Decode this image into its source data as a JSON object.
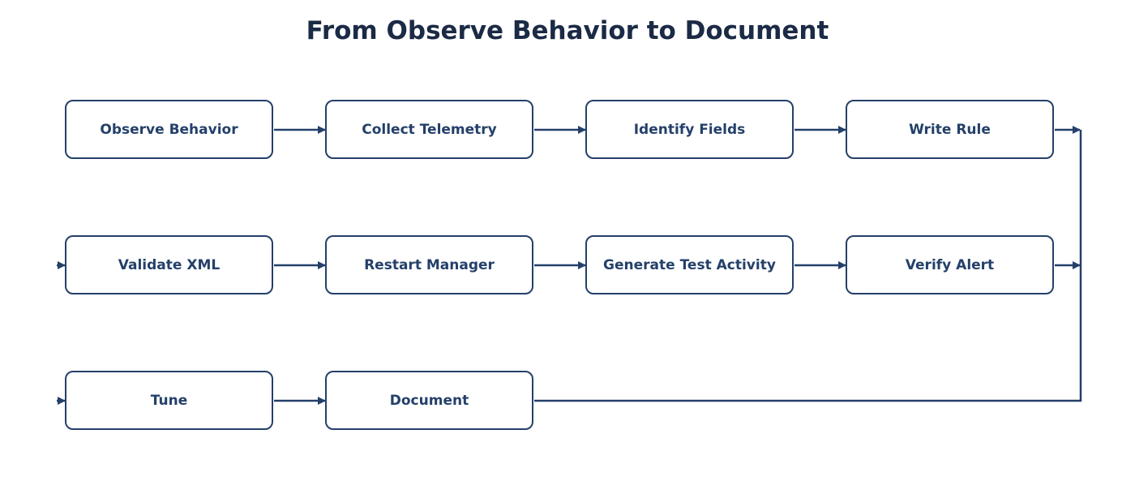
{
  "diagram": {
    "title": "From Observe Behavior to Document",
    "steps": [
      {
        "label": "Observe Behavior"
      },
      {
        "label": "Collect Telemetry"
      },
      {
        "label": "Identify Fields"
      },
      {
        "label": "Write Rule"
      },
      {
        "label": "Validate XML"
      },
      {
        "label": "Restart Manager"
      },
      {
        "label": "Generate Test Activity"
      },
      {
        "label": "Verify Alert"
      },
      {
        "label": "Tune"
      },
      {
        "label": "Document"
      }
    ],
    "colors": {
      "stroke": "#24406a",
      "title": "#1b2a45",
      "background": "#ffffff"
    }
  }
}
